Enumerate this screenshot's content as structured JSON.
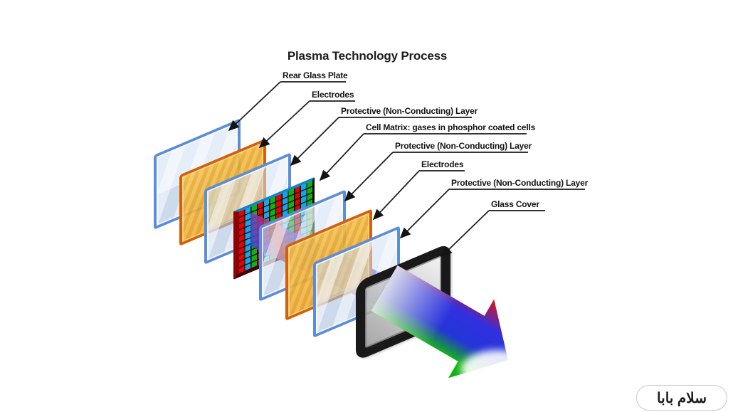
{
  "title": "Plasma Technology Process",
  "diagram": {
    "labels": [
      {
        "text": "Rear Glass Plate"
      },
      {
        "text": "Electrodes"
      },
      {
        "text": "Protective (Non-Conducting) Layer"
      },
      {
        "text": "Cell Matrix: gases in phosphor coated cells"
      },
      {
        "text": "Protective (Non-Conducting) Layer"
      },
      {
        "text": "Electrodes"
      },
      {
        "text": "Protective (Non-Conducting) Layer"
      },
      {
        "text": "Glass Cover"
      }
    ],
    "layers": [
      {
        "name": "rear-glass-plate",
        "type": "glass"
      },
      {
        "name": "electrodes-rear",
        "type": "electrode"
      },
      {
        "name": "protective-layer-rear",
        "type": "glass"
      },
      {
        "name": "cell-matrix",
        "type": "phosphor-cell-grid"
      },
      {
        "name": "protective-layer-middle",
        "type": "glass"
      },
      {
        "name": "electrodes-front",
        "type": "electrode"
      },
      {
        "name": "protective-layer-front",
        "type": "glass"
      },
      {
        "name": "glass-cover",
        "type": "display-frame"
      }
    ],
    "colors": {
      "glass_border": "#5b8dd9",
      "glass_fill": "#cfdff0",
      "electrode_border": "#d2600a",
      "electrode_fill": "#f2b235",
      "matrix_red": "#dd0505",
      "matrix_cyan": "#17a5e6",
      "matrix_green": "#13b013",
      "frame_black": "#191919",
      "beam_blue": "#3a46d8",
      "beam_red": "#d23326",
      "arrow_green": "#10af10"
    }
  },
  "watermark": {
    "text": "سلام بابا"
  }
}
